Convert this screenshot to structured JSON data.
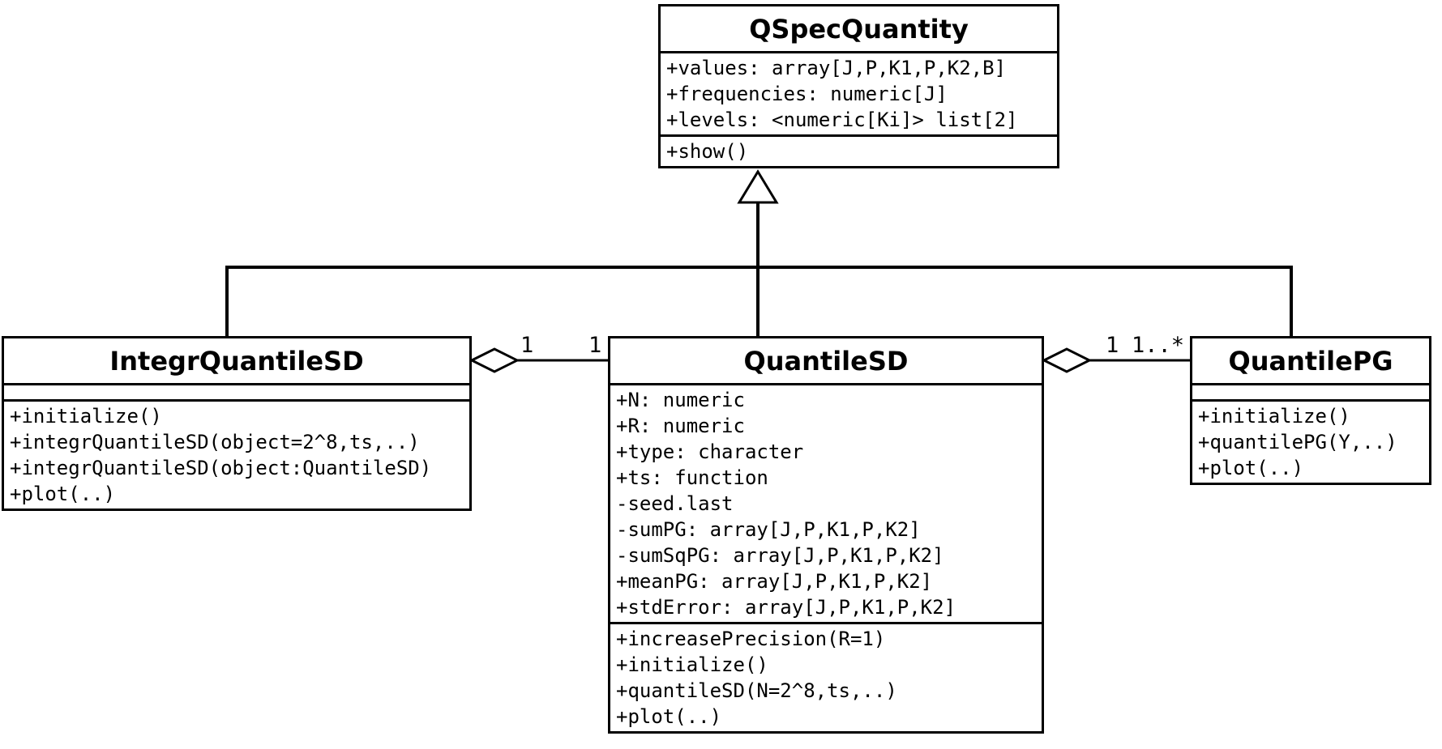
{
  "diagram_type": "uml-class-diagram",
  "colors": {
    "line": "#000000",
    "background": "#ffffff",
    "text": "#000000"
  },
  "classes": {
    "qspecquantity": {
      "title": "QSpecQuantity",
      "attributes": [
        "+values: array[J,P,K1,P,K2,B]",
        "+frequencies: numeric[J]",
        "+levels: <numeric[Ki]> list[2]"
      ],
      "methods": [
        "+show()"
      ]
    },
    "integrquantilesd": {
      "title": "IntegrQuantileSD",
      "attributes": [],
      "methods": [
        "+initialize()",
        "+integrQuantileSD(object=2^8,ts,..)",
        "+integrQuantileSD(object:QuantileSD)",
        "+plot(..)"
      ]
    },
    "quantilesd": {
      "title": "QuantileSD",
      "attributes": [
        "+N: numeric",
        "+R: numeric",
        "+type: character",
        "+ts: function",
        "-seed.last",
        "-sumPG: array[J,P,K1,P,K2]",
        "-sumSqPG: array[J,P,K1,P,K2]",
        "+meanPG: array[J,P,K1,P,K2]",
        "+stdError: array[J,P,K1,P,K2]"
      ],
      "methods": [
        "+increasePrecision(R=1)",
        "+initialize()",
        "+quantileSD(N=2^8,ts,..)",
        "+plot(..)"
      ]
    },
    "quantilepg": {
      "title": "QuantilePG",
      "attributes": [],
      "methods": [
        "+initialize()",
        "+quantilePG(Y,..)",
        "+plot(..)"
      ]
    }
  },
  "associations": {
    "integr_aggregates_sd": {
      "mult_near_diamond": "1",
      "mult_near_target": "1"
    },
    "sd_aggregates_pg": {
      "mult_near_diamond": "1",
      "mult_near_target": "1..*"
    }
  }
}
